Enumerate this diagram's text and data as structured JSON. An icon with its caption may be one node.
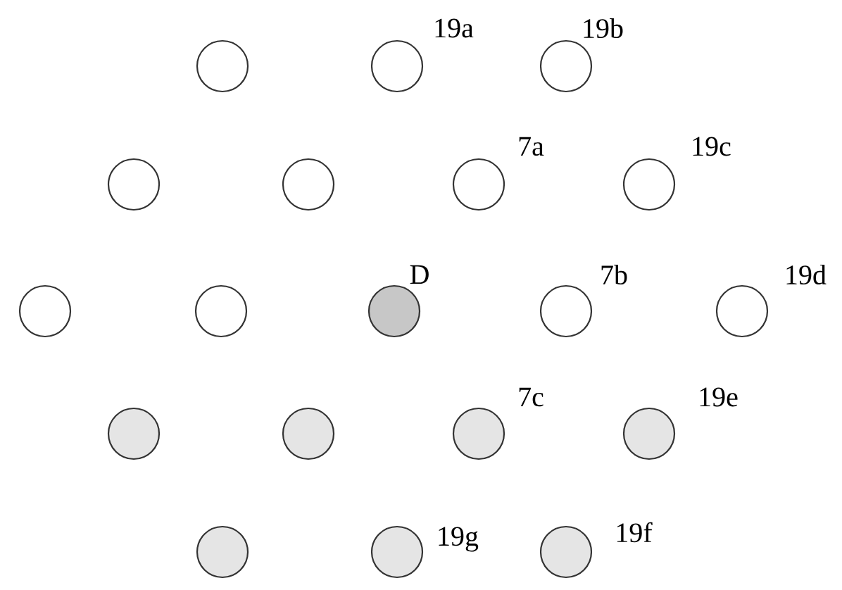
{
  "diagram": {
    "nodes": [
      {
        "text": [],
        "shape": "circle"
      },
      {
        "text": [],
        "shape": "circle",
        "beside": [
          "19a"
        ]
      },
      {
        "text": [],
        "shape": "circle",
        "beside": [
          "19b"
        ]
      },
      {
        "text": [],
        "shape": "circle"
      },
      {
        "text": [],
        "shape": "circle"
      },
      {
        "text": [],
        "shape": "circle",
        "beside": [
          "7a"
        ]
      },
      {
        "text": [],
        "shape": "circle",
        "beside": [
          "19c"
        ]
      },
      {
        "text": [],
        "shape": "circle"
      },
      {
        "text": [],
        "shape": "circle"
      },
      {
        "text": [],
        "shape": "circle",
        "beside": [
          "D"
        ]
      },
      {
        "text": [],
        "shape": "circle",
        "beside": [
          "7b"
        ]
      },
      {
        "text": [],
        "shape": "circle",
        "beside": [
          "19d"
        ]
      },
      {
        "text": [],
        "shape": "circle"
      },
      {
        "text": [],
        "shape": "circle"
      },
      {
        "text": [],
        "shape": "circle",
        "beside": [
          "7c"
        ]
      },
      {
        "text": [],
        "shape": "circle",
        "beside": [
          "19e"
        ]
      },
      {
        "text": [],
        "shape": "circle"
      },
      {
        "text": [],
        "shape": "circle",
        "beside": [
          "19g"
        ]
      },
      {
        "text": [],
        "shape": "circle",
        "beside": [
          "19f"
        ]
      }
    ]
  }
}
